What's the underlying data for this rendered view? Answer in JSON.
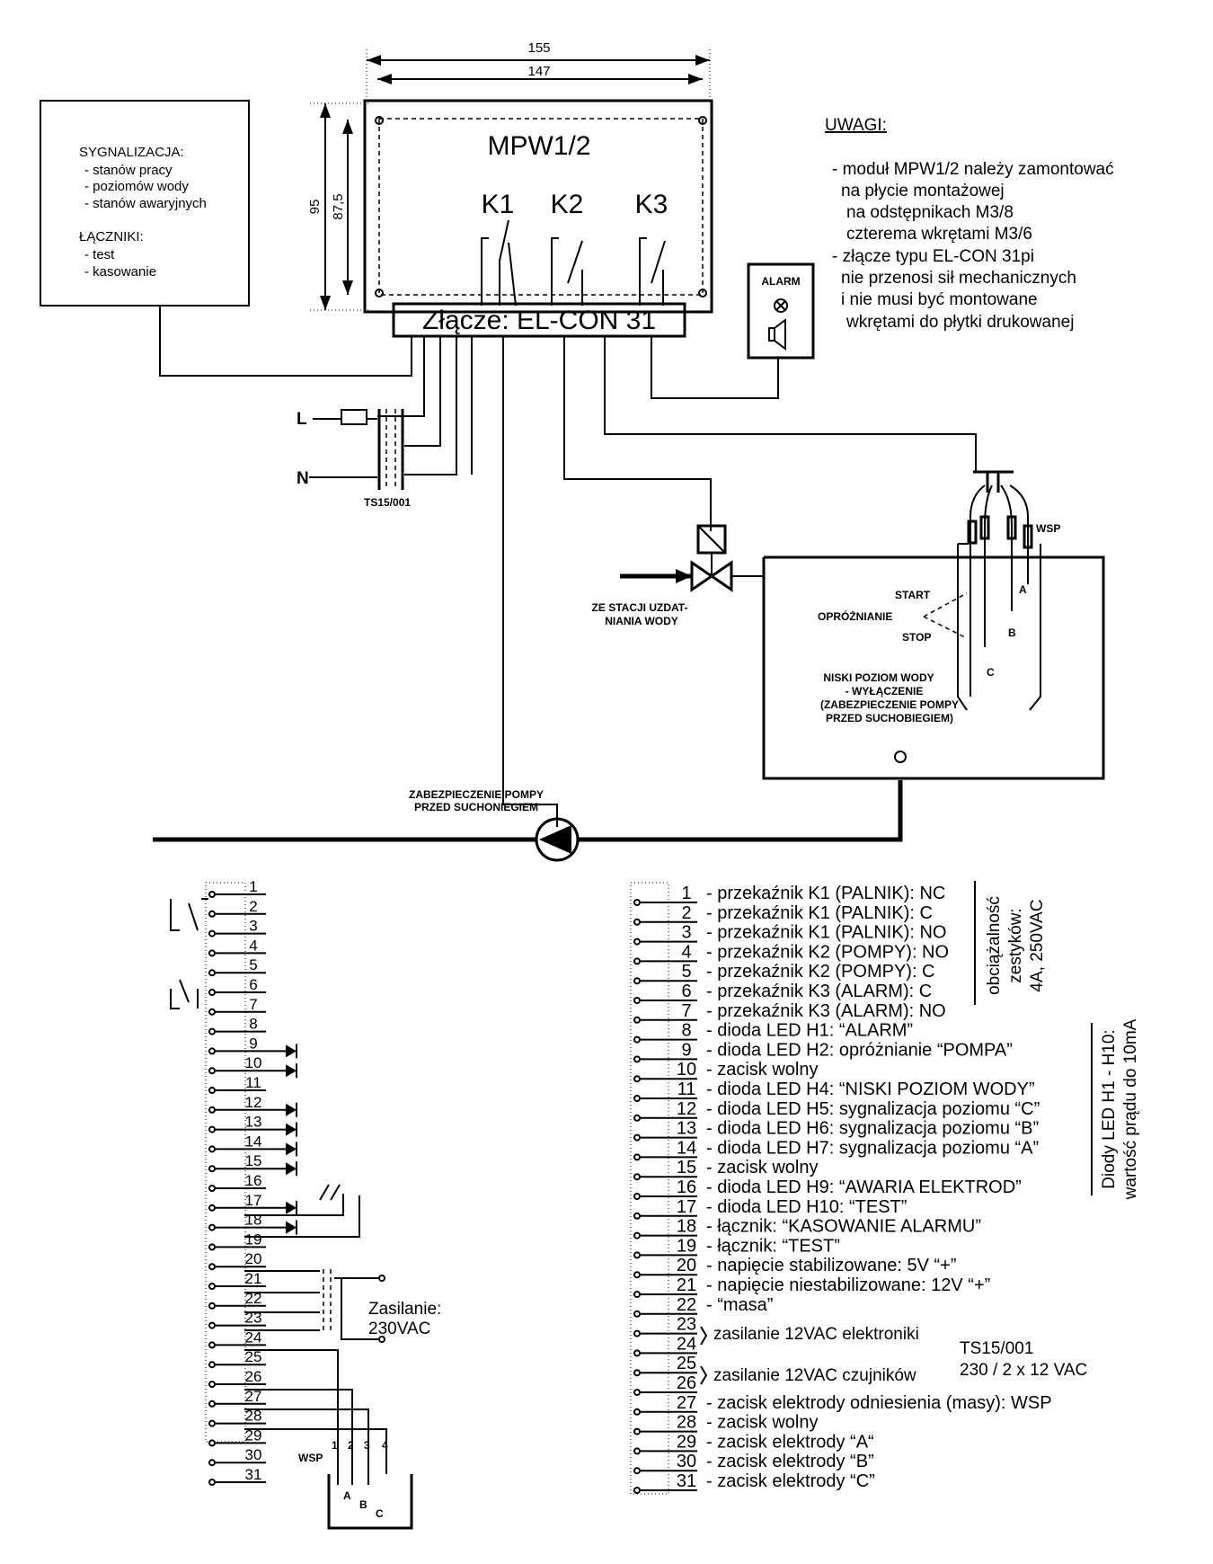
{
  "dims": {
    "width_155": "155",
    "width_147": "147",
    "height_95": "95",
    "height_87": "87,5"
  },
  "module": {
    "title": "MPW1/2",
    "relays": [
      "K1",
      "K2",
      "K3"
    ],
    "connector": "Złącze: EL-CON 31"
  },
  "signal_box": {
    "heading": "SYGNALIZACJA:",
    "items": [
      "- stanów pracy",
      "- poziomów wody",
      "- stanów awaryjnych"
    ],
    "switch_heading": "ŁĄCZNIKI:",
    "switch_items": [
      "- test",
      "- kasowanie"
    ]
  },
  "notes": {
    "heading": "UWAGI:",
    "lines": [
      "- moduł MPW1/2 należy zamontować",
      "na płycie montażowej",
      "na odstępnikach M3/8",
      "czterema wkrętami M3/6",
      "- złącze typu EL-CON 31pi",
      "nie przenosi sił mechanicznych",
      "i nie musi być montowane",
      "wkrętami do płytki drukowanej"
    ]
  },
  "alarm": {
    "label": "ALARM"
  },
  "power": {
    "L": "L",
    "N": "N",
    "transformer": "TS15/001"
  },
  "tank": {
    "wsp": "WSP",
    "start": "START",
    "drain": "OPRÓŻNIANIE",
    "stop": "STOP",
    "a": "A",
    "b": "B",
    "c": "C",
    "low": [
      "NISKI POZIOM WODY",
      "- WYŁĄCZENIE",
      "(ZABEZPIECZENIE POMPY",
      "PRZED SUCHOBIEGIEM)"
    ],
    "inlet": [
      "ZE STACJI UZDAT-",
      "NIANIA WODY"
    ],
    "pump": [
      "ZABEZPIECZENIE POMPY",
      "PRZED SUCHONIEGIEM"
    ]
  },
  "left_block": {
    "pins": [
      "1",
      "2",
      "3",
      "4",
      "5",
      "6",
      "7",
      "8",
      "9",
      "10",
      "11",
      "12",
      "13",
      "14",
      "15",
      "16",
      "17",
      "18",
      "19",
      "20",
      "21",
      "22",
      "23",
      "24",
      "25",
      "26",
      "27",
      "28",
      "29",
      "30",
      "31"
    ],
    "supply": [
      "Zasilanie:",
      "230VAC"
    ],
    "wsp": "WSP",
    "probe_nums": [
      "1",
      "2",
      "3",
      "4"
    ],
    "probe_letters": [
      "A",
      "B",
      "C"
    ]
  },
  "terminals": [
    {
      "n": "1",
      "t": "- przekaźnik K1 (PALNIK): NC"
    },
    {
      "n": "2",
      "t": "- przekaźnik K1 (PALNIK): C"
    },
    {
      "n": "3",
      "t": "- przekaźnik K1 (PALNIK): NO"
    },
    {
      "n": "4",
      "t": "- przekaźnik K2 (POMPY): NO"
    },
    {
      "n": "5",
      "t": "- przekaźnik K2 (POMPY): C"
    },
    {
      "n": "6",
      "t": "- przekaźnik K3 (ALARM): C"
    },
    {
      "n": "7",
      "t": "- przekaźnik K3 (ALARM): NO"
    },
    {
      "n": "8",
      "t": "- dioda LED H1: “ALARM”"
    },
    {
      "n": "9",
      "t": "- dioda LED H2: opróżnianie “POMPA”"
    },
    {
      "n": "10",
      "t": "- zacisk wolny"
    },
    {
      "n": "11",
      "t": "- dioda LED H4: “NISKI POZIOM WODY”"
    },
    {
      "n": "12",
      "t": "- dioda LED H5: sygnalizacja poziomu “C”"
    },
    {
      "n": "13",
      "t": "- dioda LED H6: sygnalizacja poziomu “B”"
    },
    {
      "n": "14",
      "t": "- dioda LED H7: sygnalizacja poziomu “A”"
    },
    {
      "n": "15",
      "t": "- zacisk wolny"
    },
    {
      "n": "16",
      "t": "- dioda LED H9: “AWARIA ELEKTROD”"
    },
    {
      "n": "17",
      "t": "- dioda LED H10: “TEST”"
    },
    {
      "n": "18",
      "t": "- łącznik: “KASOWANIE ALARMU”"
    },
    {
      "n": "19",
      "t": "- łącznik: “TEST”"
    },
    {
      "n": "20",
      "t": "- napięcie stabilizowane: 5V “+”"
    },
    {
      "n": "21",
      "t": "- napięcie niestabilizowane: 12V “+”"
    },
    {
      "n": "22",
      "t": "- “masa”"
    },
    {
      "n": "23",
      "t": ""
    },
    {
      "n": "24",
      "t": ""
    },
    {
      "n": "25",
      "t": ""
    },
    {
      "n": "26",
      "t": ""
    },
    {
      "n": "27",
      "t": "- zacisk elektrody odniesienia (masy): WSP"
    },
    {
      "n": "28",
      "t": "- zacisk wolny"
    },
    {
      "n": "29",
      "t": "- zacisk elektrody “A“"
    },
    {
      "n": "30",
      "t": "- zacisk elektrody “B”"
    },
    {
      "n": "31",
      "t": "- zacisk elektrody “C”"
    }
  ],
  "supply_notes": {
    "electronics": "zasilanie 12VAC elektroniki",
    "sensors": "zasilanie 12VAC czujników",
    "ts1": "TS15/001",
    "ts2": "230 / 2 x 12 VAC"
  },
  "side_notes": {
    "load1": "obciążalność",
    "load2": "zestyków:",
    "load3": "4A, 250VAC",
    "led1": "Diody LED H1 - H10:",
    "led2": "wartość prądu do 10mA"
  }
}
